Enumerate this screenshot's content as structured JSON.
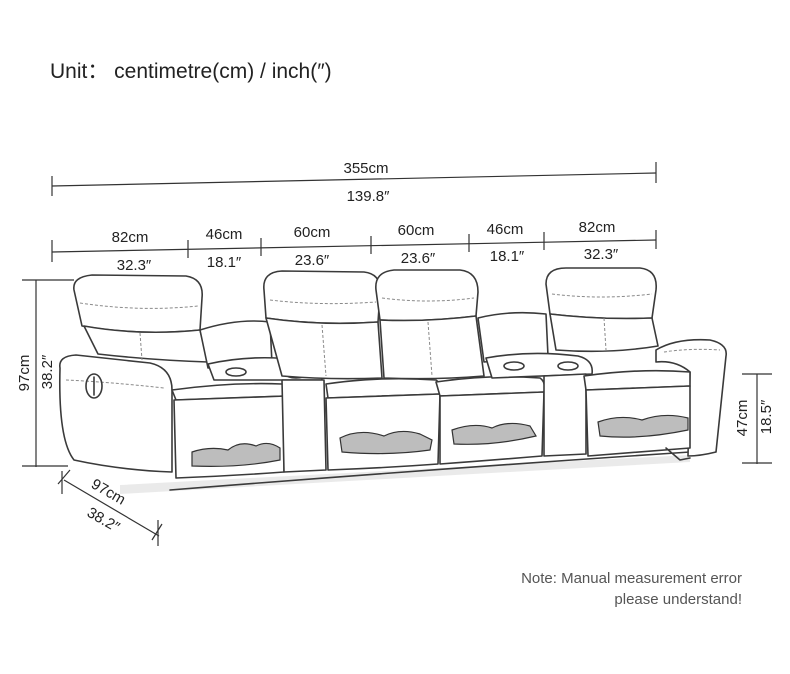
{
  "unit_label": "Unit： centimetre(cm) / inch(″)",
  "total_width": {
    "cm": "355cm",
    "inch": "139.8″"
  },
  "sections": [
    {
      "cm": "82cm",
      "inch": "32.3″"
    },
    {
      "cm": "46cm",
      "inch": "18.1″"
    },
    {
      "cm": "60cm",
      "inch": "23.6″"
    },
    {
      "cm": "60cm",
      "inch": "23.6″"
    },
    {
      "cm": "46cm",
      "inch": "18.1″"
    },
    {
      "cm": "82cm",
      "inch": "32.3″"
    }
  ],
  "height": {
    "cm": "97cm",
    "inch": "38.2″"
  },
  "seat_height": {
    "cm": "47cm",
    "inch": "18.5″"
  },
  "depth": {
    "cm": "97cm",
    "inch": "38.2″"
  },
  "note": {
    "line1": "Note: Manual measurement error",
    "line2": "please understand!"
  }
}
